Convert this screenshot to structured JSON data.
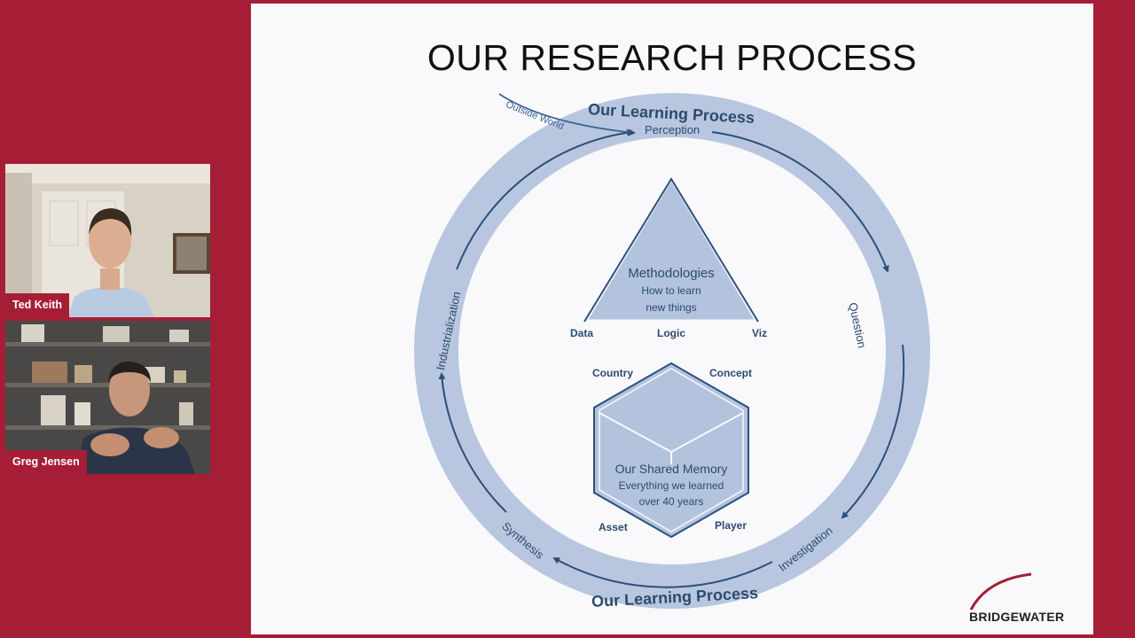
{
  "participants": [
    {
      "name": "Ted Keith"
    },
    {
      "name": "Greg Jensen"
    }
  ],
  "slide": {
    "title": "OUR RESEARCH PROCESS",
    "outside_world": "Outside World",
    "process_top": "Our Learning Process",
    "process_bottom": "Our Learning Process",
    "stages": {
      "perception": "Perception",
      "question": "Question",
      "investigation": "Investigation",
      "synthesis": "Synthesis",
      "industrialization": "Industrialization"
    },
    "triangle": {
      "title": "Methodologies",
      "line1": "How to learn",
      "line2": "new things",
      "corner_left": "Data",
      "corner_middle": "Logic",
      "corner_right": "Viz"
    },
    "cube": {
      "title": "Our Shared Memory",
      "line1": "Everything we learned",
      "line2": "over 40 years",
      "corner_top_left": "Country",
      "corner_top_right": "Concept",
      "corner_bottom_left": "Asset",
      "corner_bottom_right": "Player"
    },
    "logo_text": "BRIDGEWATER"
  },
  "colors": {
    "background": "#a51e36",
    "ring": "#b8c7df",
    "shape_fill": "#b3c3de",
    "text_dark": "#2c4a6e",
    "arrow": "#2c4f7d"
  }
}
